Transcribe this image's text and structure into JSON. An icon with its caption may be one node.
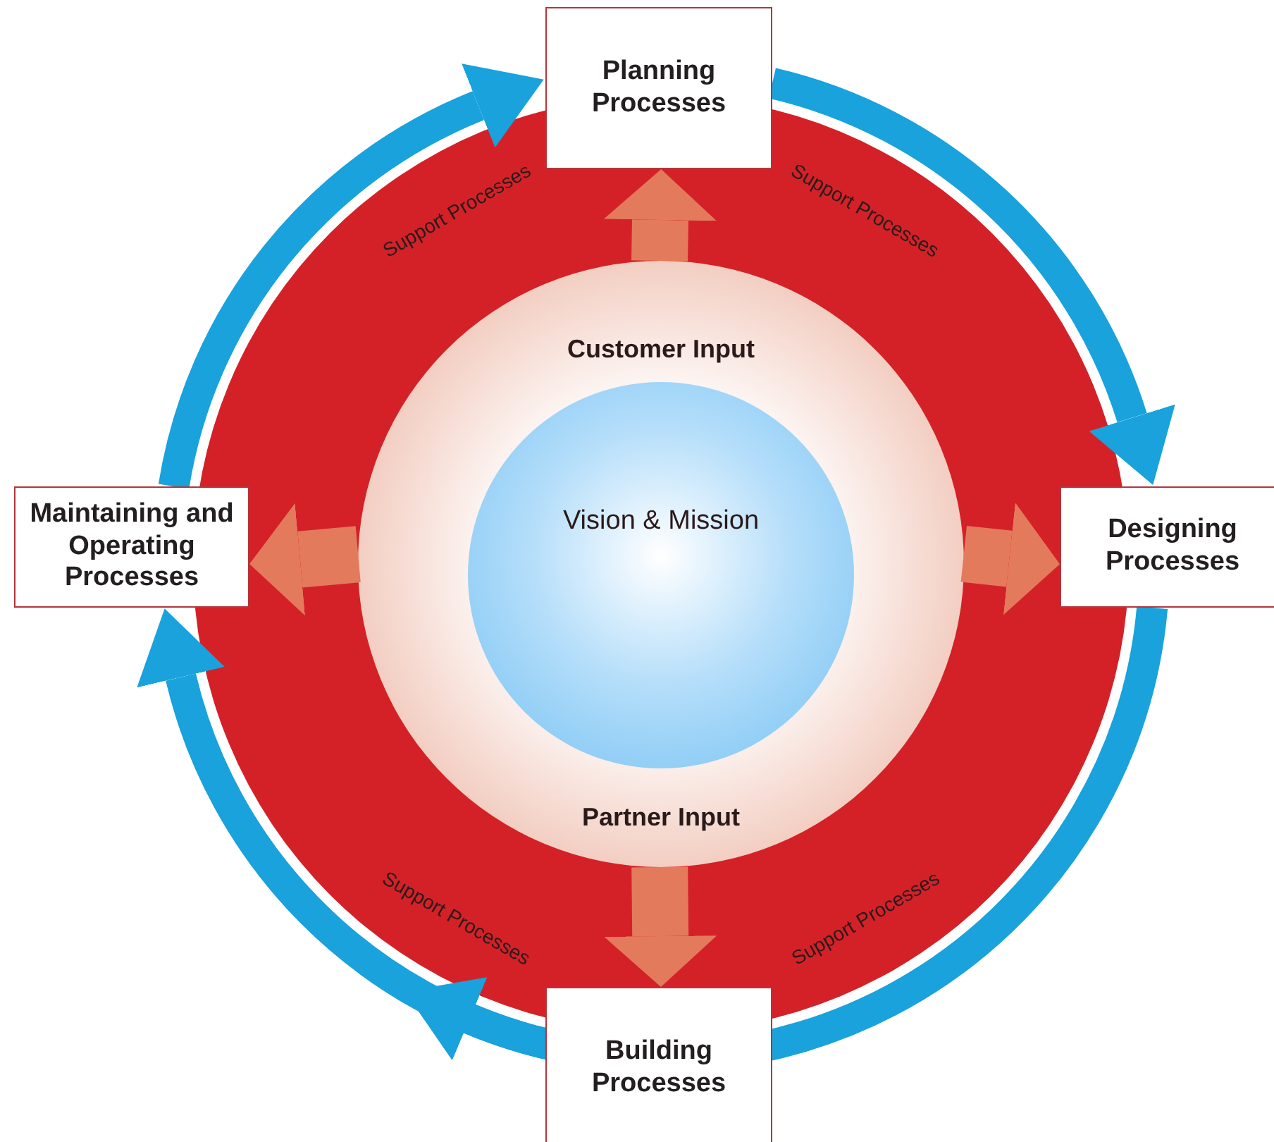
{
  "diagram": {
    "nodes": [
      {
        "text": [
          "Planning Processes"
        ]
      },
      {
        "text": [
          "Support Processes",
          "Support Processes",
          "Support Processes",
          "Support Processes"
        ]
      },
      {
        "text": [
          "Customer Input",
          "Partner Input"
        ],
        "in": 1
      },
      {
        "text": [
          "Vision & Mission"
        ],
        "in": 2
      },
      {
        "text": [
          "Maintaining and Operating Processes"
        ]
      },
      {
        "text": [
          "Designing Processes"
        ]
      },
      {
        "text": [
          "Building Processes"
        ]
      }
    ],
    "edges": [
      {
        "from": 0,
        "to": 5,
        "arrow": "to"
      },
      {
        "from": 5,
        "to": 6,
        "arrow": "to"
      },
      {
        "from": 6,
        "to": 4,
        "arrow": "to"
      },
      {
        "from": 4,
        "to": 0,
        "arrow": "to"
      },
      {
        "from": 2,
        "to": 0,
        "arrow": "to",
        "style": "thick",
        "color": "#e47a5c"
      },
      {
        "from": 2,
        "to": 4,
        "arrow": "to",
        "style": "thick",
        "color": "#e47a5c"
      },
      {
        "from": 2,
        "to": 5,
        "arrow": "to",
        "style": "thick",
        "color": "#e47a5c"
      },
      {
        "from": 2,
        "to": 6,
        "arrow": "to",
        "style": "thick",
        "color": "#e47a5c"
      }
    ]
  }
}
